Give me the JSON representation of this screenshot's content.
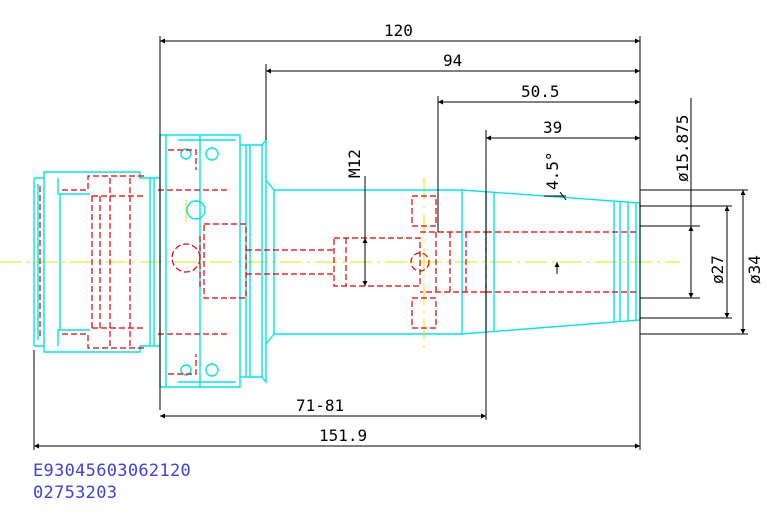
{
  "drawing": {
    "dimensions": {
      "overall_120": "120",
      "shank_94": "94",
      "nose_50_5": "50.5",
      "taper_39": "39",
      "gauge_71_81": "71-81",
      "total_151_9": "151.9",
      "thread_m12": "M12",
      "angle_4_5": "4.5°",
      "dia_15_875": "ø15.875",
      "dia_27": "ø27",
      "dia_34": "ø34"
    },
    "colors": {
      "outline": "#00e5e5",
      "hidden": "#e00000",
      "centerline": "#e5e500",
      "dimension": "#000000",
      "part_number": "#4040e0"
    }
  },
  "part_number": {
    "line1": "E93045603062120",
    "line2": "02753203"
  }
}
